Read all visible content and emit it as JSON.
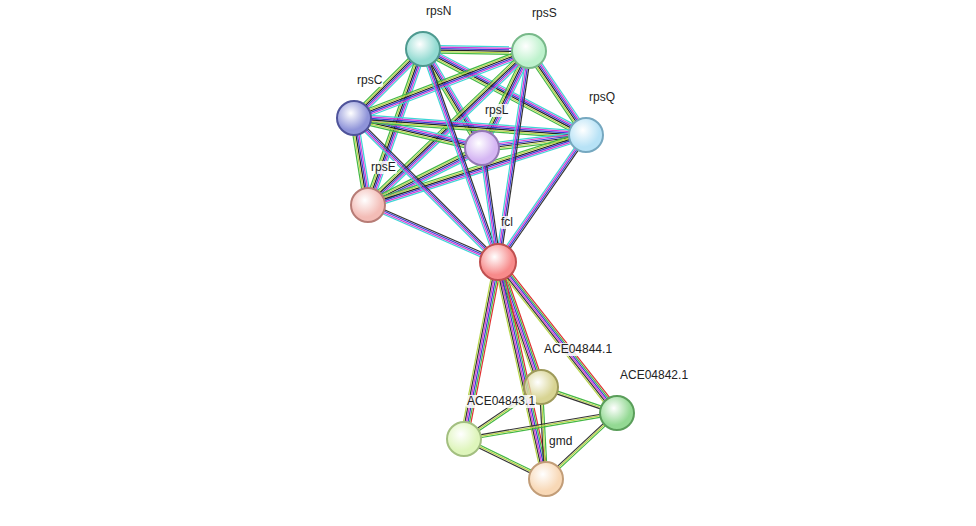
{
  "diagram": {
    "nodes": [
      {
        "text": [
          "rpsN"
        ]
      },
      {
        "text": [
          "rpsS"
        ]
      },
      {
        "text": [
          "rpsC"
        ]
      },
      {
        "text": [
          "rpsL"
        ]
      },
      {
        "text": [
          "rpsQ"
        ]
      },
      {
        "text": [
          "rpsE"
        ]
      },
      {
        "text": [
          "fcl"
        ]
      },
      {
        "text": [
          "ACE04844.1"
        ]
      },
      {
        "text": [
          "ACE04842.1"
        ]
      },
      {
        "text": [
          "ACE04843.1"
        ]
      },
      {
        "text": [
          "gmd"
        ]
      }
    ],
    "edges": [
      {
        "from": 0,
        "to": 1,
        "arrow": "none"
      },
      {
        "from": 0,
        "to": 2,
        "arrow": "none"
      },
      {
        "from": 0,
        "to": 3,
        "arrow": "none"
      },
      {
        "from": 0,
        "to": 4,
        "arrow": "none"
      },
      {
        "from": 0,
        "to": 5,
        "arrow": "none"
      },
      {
        "from": 1,
        "to": 2,
        "arrow": "none"
      },
      {
        "from": 1,
        "to": 3,
        "arrow": "none"
      },
      {
        "from": 1,
        "to": 4,
        "arrow": "none"
      },
      {
        "from": 1,
        "to": 5,
        "arrow": "none"
      },
      {
        "from": 2,
        "to": 3,
        "arrow": "none"
      },
      {
        "from": 2,
        "to": 4,
        "arrow": "none"
      },
      {
        "from": 2,
        "to": 5,
        "arrow": "none"
      },
      {
        "from": 3,
        "to": 4,
        "arrow": "none"
      },
      {
        "from": 3,
        "to": 5,
        "arrow": "none"
      },
      {
        "from": 4,
        "to": 5,
        "arrow": "none"
      },
      {
        "from": 6,
        "to": 0,
        "arrow": "none"
      },
      {
        "from": 6,
        "to": 1,
        "arrow": "none"
      },
      {
        "from": 6,
        "to": 2,
        "arrow": "none"
      },
      {
        "from": 6,
        "to": 3,
        "arrow": "none"
      },
      {
        "from": 6,
        "to": 4,
        "arrow": "none"
      },
      {
        "from": 6,
        "to": 5,
        "arrow": "none"
      },
      {
        "from": 6,
        "to": 7,
        "arrow": "none"
      },
      {
        "from": 6,
        "to": 8,
        "arrow": "none"
      },
      {
        "from": 6,
        "to": 9,
        "arrow": "none"
      },
      {
        "from": 6,
        "to": 10,
        "arrow": "none"
      },
      {
        "from": 7,
        "to": 8,
        "arrow": "none"
      },
      {
        "from": 7,
        "to": 9,
        "arrow": "none"
      },
      {
        "from": 7,
        "to": 10,
        "arrow": "none"
      },
      {
        "from": 8,
        "to": 9,
        "arrow": "none"
      },
      {
        "from": 8,
        "to": 10,
        "arrow": "none"
      },
      {
        "from": 9,
        "to": 10,
        "arrow": "none"
      }
    ]
  }
}
